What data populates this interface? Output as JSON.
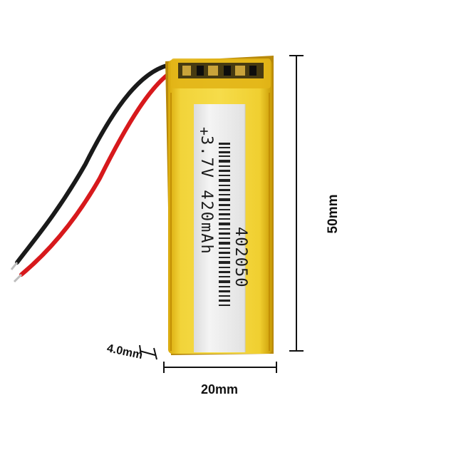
{
  "product": {
    "voltage_capacity": "3.7V 420mAh",
    "model": "402050",
    "polarity": "+"
  },
  "dimensions": {
    "height": "50mm",
    "width": "20mm",
    "thickness": "4.0mm"
  },
  "colors": {
    "cell_body": "#e8c21a",
    "cell_edge": "#c99a05",
    "label": "#eeeeee",
    "wire_red": "#d7191c",
    "wire_black": "#1a1a1a",
    "dimension_lines": "#111111"
  }
}
